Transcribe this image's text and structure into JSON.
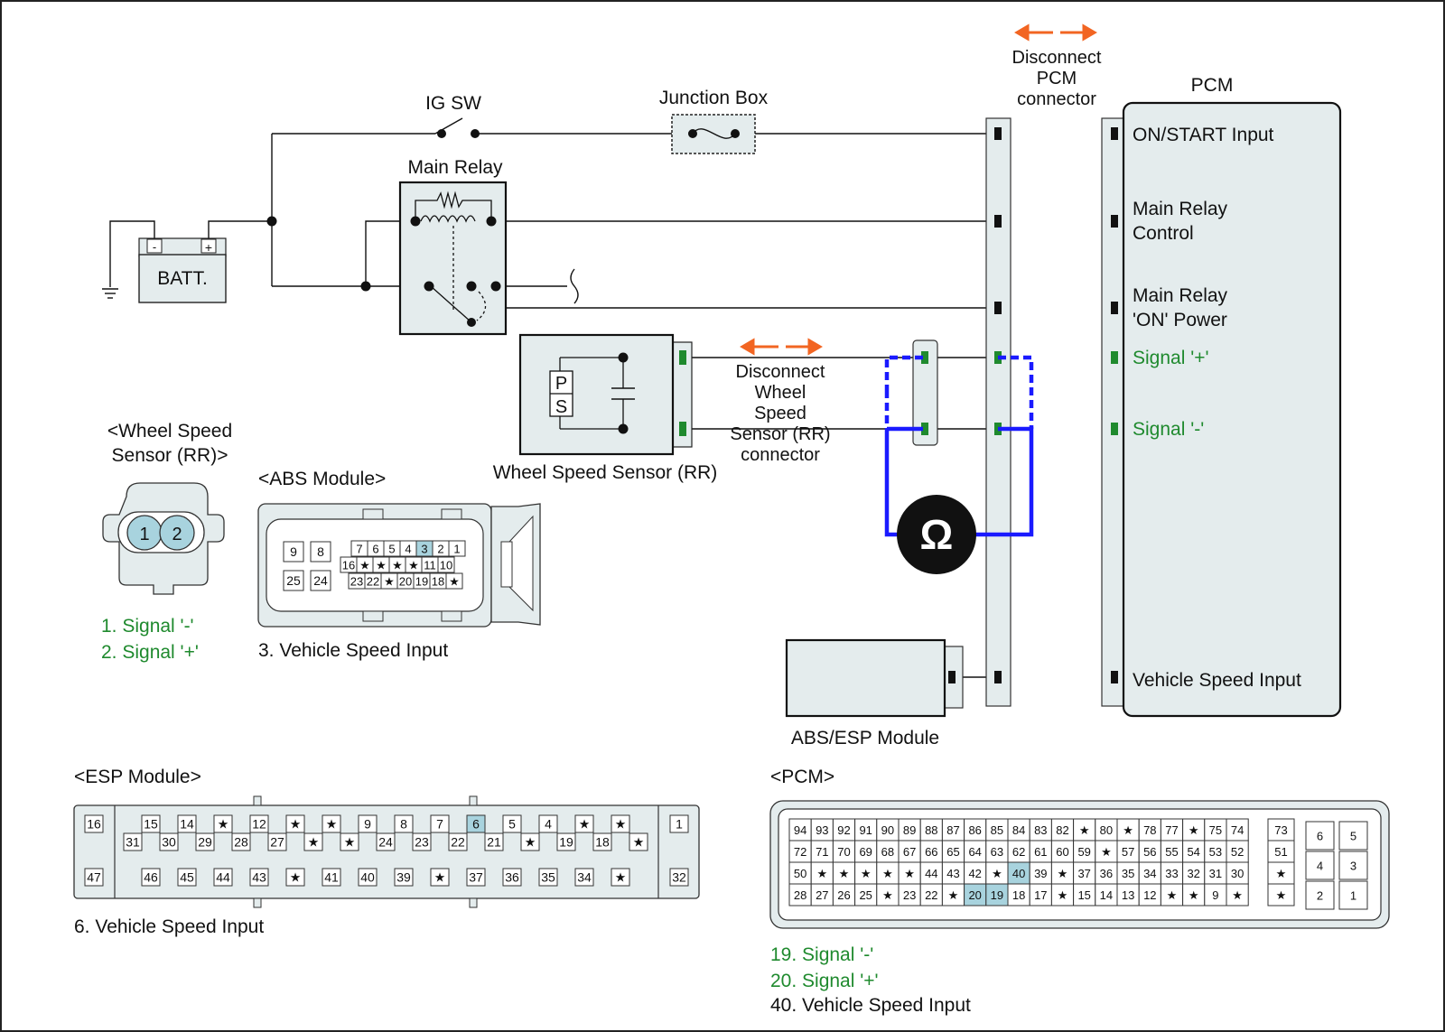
{
  "labels": {
    "ig_sw": "IG SW",
    "junction_box": "Junction Box",
    "main_relay": "Main Relay",
    "batt": "BATT.",
    "batt_minus": "-",
    "batt_plus": "+",
    "disconnect_pcm": [
      "Disconnect",
      "PCM",
      "connector"
    ],
    "pcm_title": "PCM",
    "disconnect_wss": [
      "Disconnect",
      "Wheel",
      "Speed",
      "Sensor (RR)",
      "connector"
    ],
    "wss_name": "Wheel Speed Sensor (RR)",
    "wss_p": "P",
    "wss_s": "S",
    "abs_esp_module": "ABS/ESP Module",
    "ohm_symbol": "Ω"
  },
  "pcm_pins": {
    "on_start": "ON/START Input",
    "main_relay_control": [
      "Main Relay",
      "Control"
    ],
    "main_relay_power": [
      "Main Relay",
      "'ON' Power"
    ],
    "signal_plus": "Signal '+'",
    "signal_minus": "Signal '-'",
    "vehicle_speed": "Vehicle Speed Input"
  },
  "wss_connector": {
    "title": [
      "<Wheel Speed",
      "Sensor (RR)>"
    ],
    "pins": [
      "1",
      "2"
    ],
    "legend": [
      "1. Signal '-'",
      "2. Signal '+'"
    ]
  },
  "abs_connector": {
    "title": "<ABS Module>",
    "big_pins": [
      "9",
      "8",
      "25",
      "24"
    ],
    "row1": [
      "7",
      "6",
      "5",
      "4",
      "3",
      "2",
      "1"
    ],
    "row2": [
      "16",
      "★",
      "★",
      "★",
      "★",
      "11",
      "10"
    ],
    "row3": [
      "23",
      "22",
      "★",
      "20",
      "19",
      "18",
      "★"
    ],
    "legend": "3. Vehicle Speed Input"
  },
  "esp_connector": {
    "title": "<ESP Module>",
    "left_top": "16",
    "left_bottom": "47",
    "right_top": "1",
    "right_bottom": "32",
    "row1": [
      "15",
      "14",
      "★",
      "12",
      "★",
      "★",
      "9",
      "8",
      "7",
      "6",
      "5",
      "4",
      "★",
      "★"
    ],
    "row2": [
      "31",
      "30",
      "29",
      "28",
      "27",
      "★",
      "★",
      "24",
      "23",
      "22",
      "21",
      "★",
      "19",
      "18",
      "★"
    ],
    "row3": [
      "46",
      "45",
      "44",
      "43",
      "★",
      "41",
      "40",
      "39",
      "★",
      "37",
      "36",
      "35",
      "34",
      "★"
    ],
    "legend": "6. Vehicle Speed Input"
  },
  "pcm_connector": {
    "title": "<PCM>",
    "rows": [
      [
        "94",
        "93",
        "92",
        "91",
        "90",
        "89",
        "88",
        "87",
        "86",
        "85",
        "84",
        "83",
        "82",
        "★",
        "80",
        "★",
        "78",
        "77",
        "★",
        "75",
        "74"
      ],
      [
        "72",
        "71",
        "70",
        "69",
        "68",
        "67",
        "66",
        "65",
        "64",
        "63",
        "62",
        "61",
        "60",
        "59",
        "★",
        "57",
        "56",
        "55",
        "54",
        "53",
        "52"
      ],
      [
        "50",
        "★",
        "★",
        "★",
        "★",
        "★",
        "44",
        "43",
        "42",
        "★",
        "40",
        "39",
        "★",
        "37",
        "36",
        "35",
        "34",
        "33",
        "32",
        "31",
        "30"
      ],
      [
        "28",
        "27",
        "26",
        "25",
        "★",
        "23",
        "22",
        "★",
        "20",
        "19",
        "18",
        "17",
        "★",
        "15",
        "14",
        "13",
        "12",
        "★",
        "★",
        "9",
        "★"
      ]
    ],
    "mid_col": [
      "73",
      "51",
      "★",
      "★"
    ],
    "right_block": [
      [
        "6",
        "5"
      ],
      [
        "4",
        "3"
      ],
      [
        "2",
        "1"
      ]
    ],
    "legend": [
      "19. Signal '-'",
      "20. Signal '+'",
      "40. Vehicle Speed Input"
    ]
  },
  "colors": {
    "highlight": "#a8d3de",
    "panel": "#e4eced",
    "signal_green": "#1f8a2e",
    "meter_wire": "#1a1aff",
    "arrow": "#f26522"
  }
}
